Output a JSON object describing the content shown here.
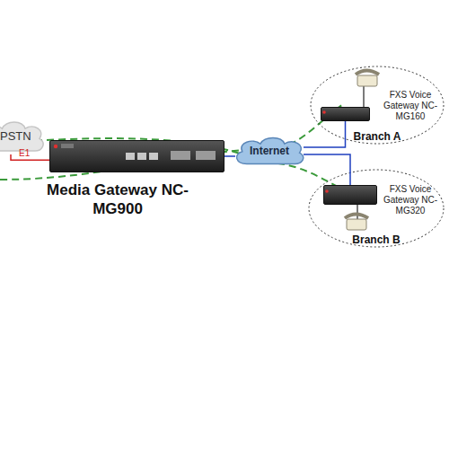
{
  "diagram": {
    "nodes": [
      {
        "text": [
          "PSTN"
        ]
      },
      {
        "text": [
          "Media Gateway NC-MG900"
        ]
      },
      {
        "text": [
          "Internet"
        ]
      },
      {
        "text": [
          "Branch A"
        ]
      },
      {
        "text": [
          "FXS Voice Gateway NC-MG160"
        ],
        "in": 3
      },
      {
        "text": [
          "Branch B"
        ]
      },
      {
        "text": [
          "FXS Voice Gateway NC-MG320"
        ],
        "in": 5
      }
    ],
    "edges": [
      {
        "from": 1,
        "to": 0,
        "arrow": "none",
        "label": "E1"
      },
      {
        "from": 1,
        "to": 2,
        "arrow": "none"
      },
      {
        "from": 2,
        "to": 4,
        "arrow": "none"
      },
      {
        "from": 2,
        "to": 6,
        "arrow": "none"
      }
    ]
  }
}
